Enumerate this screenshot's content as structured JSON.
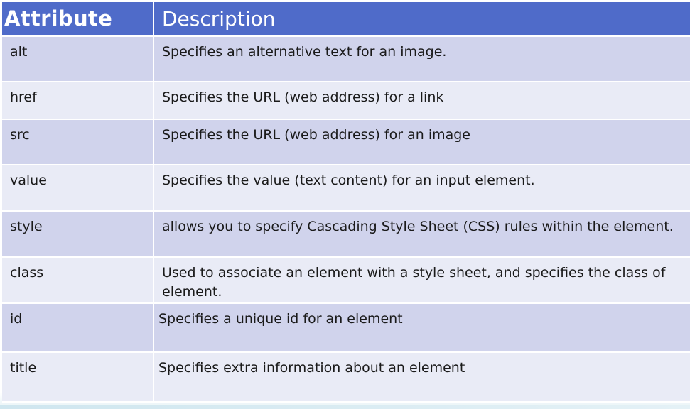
{
  "header": {
    "attribute": "Attribute",
    "description": "Description"
  },
  "rows": [
    {
      "attribute": "alt",
      "description": "Specifies an alternative text for an image."
    },
    {
      "attribute": "href",
      "description": "Specifies the URL (web address) for a link"
    },
    {
      "attribute": "src",
      "description": "Specifies the URL (web address) for an image"
    },
    {
      "attribute": "value",
      "description": "Specifies the value (text content) for an input element."
    },
    {
      "attribute": "style",
      "description": "allows you to specify Cascading Style Sheet (CSS) rules within the element."
    },
    {
      "attribute": "class",
      "description": "Used to associate an element with a style sheet, and specifies the class of element."
    },
    {
      "attribute": "id",
      "description": "Specifies a unique id for an element"
    },
    {
      "attribute": "title",
      "description": "Specifies extra information about an element"
    }
  ],
  "colors": {
    "header_bg": "#4f6bc9",
    "row_dark": "#d0d3ec",
    "row_light": "#e9ebf6"
  }
}
